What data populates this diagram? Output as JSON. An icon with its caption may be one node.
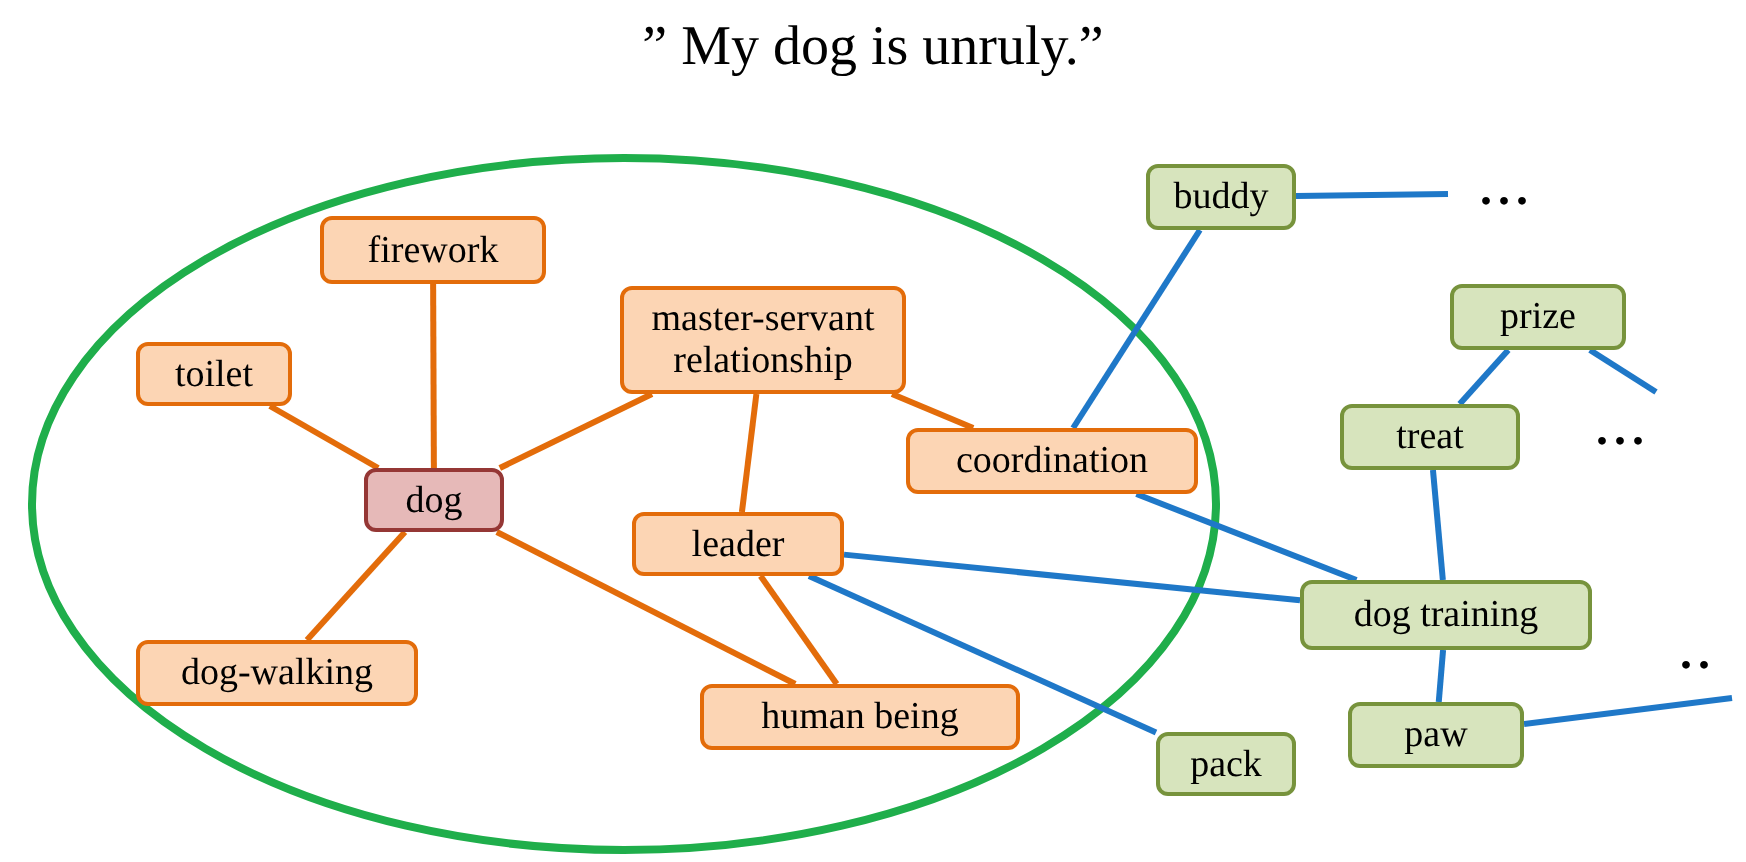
{
  "diagram": {
    "title": "” My dog is unruly.”",
    "nodes": [
      {
        "text": [],
        "shape": "ellipse"
      },
      {
        "text": [
          "firework"
        ],
        "in": 0
      },
      {
        "text": [
          "master-servant relationship"
        ],
        "in": 0
      },
      {
        "text": [
          "toilet"
        ],
        "in": 0
      },
      {
        "text": [
          "dog"
        ],
        "in": 0
      },
      {
        "text": [
          "coordination"
        ],
        "in": 0
      },
      {
        "text": [
          "leader"
        ],
        "in": 0
      },
      {
        "text": [
          "dog-walking"
        ],
        "in": 0
      },
      {
        "text": [
          "human being"
        ],
        "in": 0
      },
      {
        "text": [
          "buddy"
        ]
      },
      {
        "text": [
          "prize"
        ]
      },
      {
        "text": [
          "treat"
        ]
      },
      {
        "text": [
          "dog training"
        ]
      },
      {
        "text": [
          "paw"
        ]
      },
      {
        "text": [
          "pack"
        ]
      }
    ],
    "edges": [
      {
        "from": 4,
        "to": 1,
        "arrow": "none",
        "color": "#e36c0a"
      },
      {
        "from": 4,
        "to": 3,
        "arrow": "none",
        "color": "#e36c0a"
      },
      {
        "from": 4,
        "to": 2,
        "arrow": "none",
        "color": "#e36c0a"
      },
      {
        "from": 4,
        "to": 7,
        "arrow": "none",
        "color": "#e36c0a"
      },
      {
        "from": 4,
        "to": 8,
        "arrow": "none",
        "color": "#e36c0a"
      },
      {
        "from": 2,
        "to": 6,
        "arrow": "none",
        "color": "#e36c0a"
      },
      {
        "from": 2,
        "to": 5,
        "arrow": "none",
        "color": "#e36c0a"
      },
      {
        "from": 6,
        "to": 8,
        "arrow": "none",
        "color": "#e36c0a"
      },
      {
        "from": 9,
        "to": 5,
        "arrow": "none"
      },
      {
        "from": 9,
        "to": null,
        "arrow": "none"
      },
      {
        "from": 10,
        "to": 11,
        "arrow": "none"
      },
      {
        "from": 10,
        "to": null,
        "arrow": "none"
      },
      {
        "from": 5,
        "to": 12,
        "arrow": "none"
      },
      {
        "from": 11,
        "to": 12,
        "arrow": "none"
      },
      {
        "from": 6,
        "to": 12,
        "arrow": "none"
      },
      {
        "from": 6,
        "to": 14,
        "arrow": "none"
      },
      {
        "from": 12,
        "to": 13,
        "arrow": "none"
      },
      {
        "from": 13,
        "to": null,
        "arrow": "none"
      }
    ],
    "labels": [
      "...",
      "...",
      ".."
    ]
  }
}
